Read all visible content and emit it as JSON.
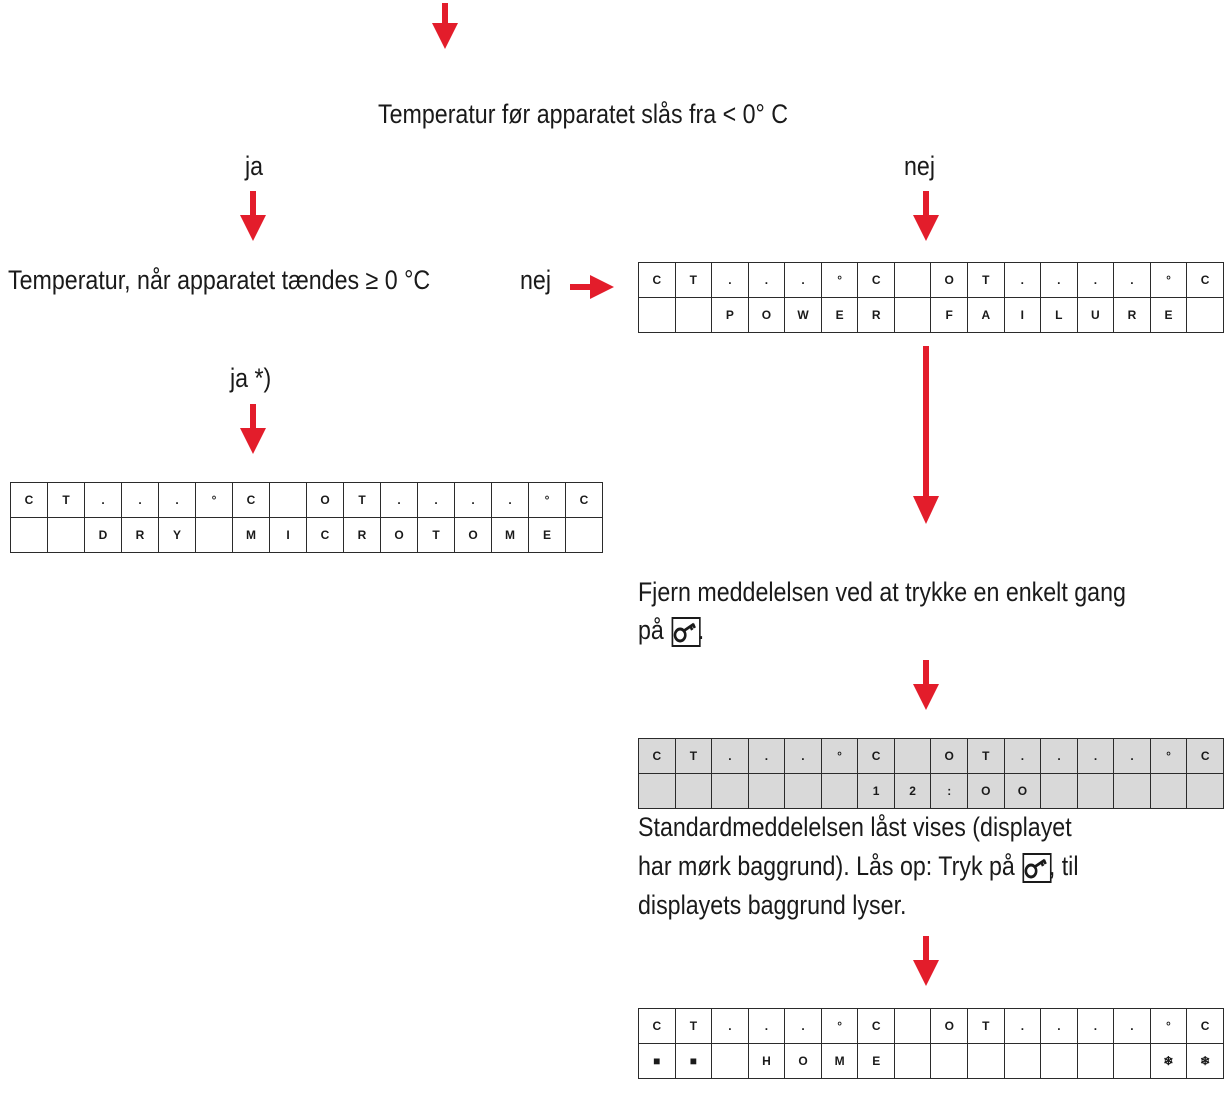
{
  "texts": {
    "top_question": "Temperatur før apparatet slås fra < 0° C",
    "yes1": "ja",
    "no1": "nej",
    "second_question_a": "Temperatur, når apparatet tændes ",
    "second_question_ge": "≥",
    "second_question_b": " 0 °C",
    "no2": "nej",
    "yes2": "ja *)",
    "remove_msg_line1": "Fjern meddelelsen ved at trykke en enkelt gang",
    "remove_msg_line2_pre": "på ",
    "remove_msg_line2_post": ".",
    "standard_line1": "Standardmeddelelsen låst vises (displayet",
    "standard_line2_pre": "har mørk baggrund). Lås op: Tryk på ",
    "standard_line2_post": ", til",
    "standard_line3": "displayets baggrund lyser."
  },
  "displays": {
    "dry": {
      "row1": [
        "C",
        "T",
        ".",
        ".",
        ".",
        "°",
        "C",
        "",
        "O",
        "T",
        ".",
        ".",
        ".",
        ".",
        "°",
        "C"
      ],
      "row2": [
        "",
        "",
        "D",
        "R",
        "Y",
        "",
        "M",
        "I",
        "C",
        "R",
        "O",
        "T",
        "O",
        "M",
        "E",
        ""
      ]
    },
    "power": {
      "row1": [
        "C",
        "T",
        ".",
        ".",
        ".",
        "°",
        "C",
        "",
        "O",
        "T",
        ".",
        ".",
        ".",
        ".",
        "°",
        "C"
      ],
      "row2": [
        "",
        "",
        "P",
        "O",
        "W",
        "E",
        "R",
        "",
        "F",
        "A",
        "I",
        "L",
        "U",
        "R",
        "E",
        ""
      ]
    },
    "locked": {
      "row1": [
        "C",
        "T",
        ".",
        ".",
        ".",
        "°",
        "C",
        "",
        "O",
        "T",
        ".",
        ".",
        ".",
        ".",
        "°",
        "C"
      ],
      "row2": [
        "",
        "",
        "",
        "",
        "",
        "",
        "1",
        "2",
        ":",
        "O",
        "O",
        "",
        "",
        "",
        "",
        ""
      ]
    },
    "home": {
      "row1": [
        "C",
        "T",
        ".",
        ".",
        ".",
        "°",
        "C",
        "",
        "O",
        "T",
        ".",
        ".",
        ".",
        ".",
        "°",
        "C"
      ],
      "row2": [
        "■",
        "■",
        "",
        "H",
        "O",
        "M",
        "E",
        "",
        "",
        "",
        "",
        "",
        "",
        "",
        "❄",
        "❄"
      ]
    }
  },
  "icons": {
    "arrow": "red-down-arrow",
    "key": "key-button-icon"
  },
  "colors": {
    "arrow": "#e31d2b",
    "lcd_dark": "#d9d9d9",
    "lcd_border": "#2b2b2b"
  }
}
